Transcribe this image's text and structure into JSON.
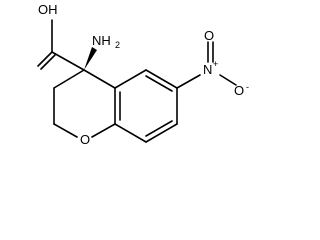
{
  "molecule": {
    "labels": {
      "hydroxyl": "OH",
      "amine": "NH",
      "amine_sub": "2",
      "ring_oxygen": "O",
      "nitro_nitrogen": "N",
      "nitro_plus": "+",
      "nitro_oxygen_top": "O",
      "nitro_oxygen_right": "O",
      "nitro_minus": "-"
    },
    "bond_color": "#000000",
    "background": "#ffffff"
  }
}
